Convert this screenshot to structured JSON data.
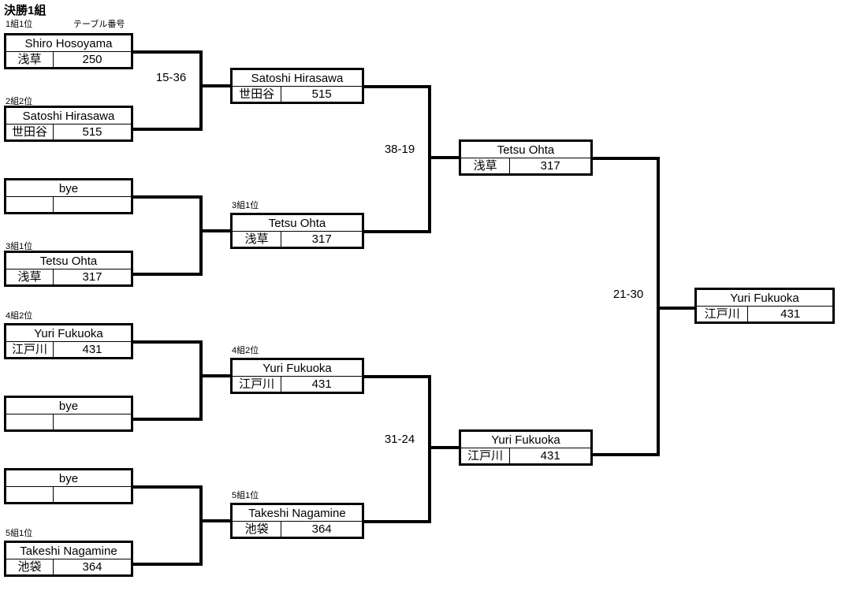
{
  "title": "決勝1組",
  "captions": {
    "table_number": "テーブル番号"
  },
  "bracket": {
    "type": "single-elimination",
    "rounds": 4,
    "round1": [
      {
        "seed": "1組1位",
        "name": "Shiro Hosoyama",
        "club": "浅草",
        "table": "250",
        "bye": false
      },
      {
        "seed": "2組2位",
        "name": "Satoshi Hirasawa",
        "club": "世田谷",
        "table": "515",
        "bye": false
      },
      {
        "seed": "",
        "name": "bye",
        "club": "",
        "table": "",
        "bye": true
      },
      {
        "seed": "3組1位",
        "name": "Tetsu Ohta",
        "club": "浅草",
        "table": "317",
        "bye": false
      },
      {
        "seed": "4組2位",
        "name": "Yuri Fukuoka",
        "club": "江戸川",
        "table": "431",
        "bye": false
      },
      {
        "seed": "",
        "name": "bye",
        "club": "",
        "table": "",
        "bye": true
      },
      {
        "seed": "",
        "name": "bye",
        "club": "",
        "table": "",
        "bye": true
      },
      {
        "seed": "5組1位",
        "name": "Takeshi Nagamine",
        "club": "池袋",
        "table": "364",
        "bye": false
      }
    ],
    "round2": [
      {
        "seed": "",
        "name": "Satoshi Hirasawa",
        "club": "世田谷",
        "table": "515",
        "bye": false
      },
      {
        "seed": "3組1位",
        "name": "Tetsu Ohta",
        "club": "浅草",
        "table": "317",
        "bye": false
      },
      {
        "seed": "4組2位",
        "name": "Yuri Fukuoka",
        "club": "江戸川",
        "table": "431",
        "bye": false
      },
      {
        "seed": "5組1位",
        "name": "Takeshi Nagamine",
        "club": "池袋",
        "table": "364",
        "bye": false
      }
    ],
    "round3": [
      {
        "seed": "",
        "name": "Tetsu Ohta",
        "club": "浅草",
        "table": "317",
        "bye": false
      },
      {
        "seed": "",
        "name": "Yuri Fukuoka",
        "club": "江戸川",
        "table": "431",
        "bye": false
      }
    ],
    "final": [
      {
        "seed": "",
        "name": "Yuri Fukuoka",
        "club": "江戸川",
        "table": "431",
        "bye": false
      }
    ],
    "scores": {
      "match_r1_top": "15-36",
      "match_r2_top": "38-19",
      "match_r2_bottom": "31-24",
      "match_final": "21-30"
    }
  }
}
